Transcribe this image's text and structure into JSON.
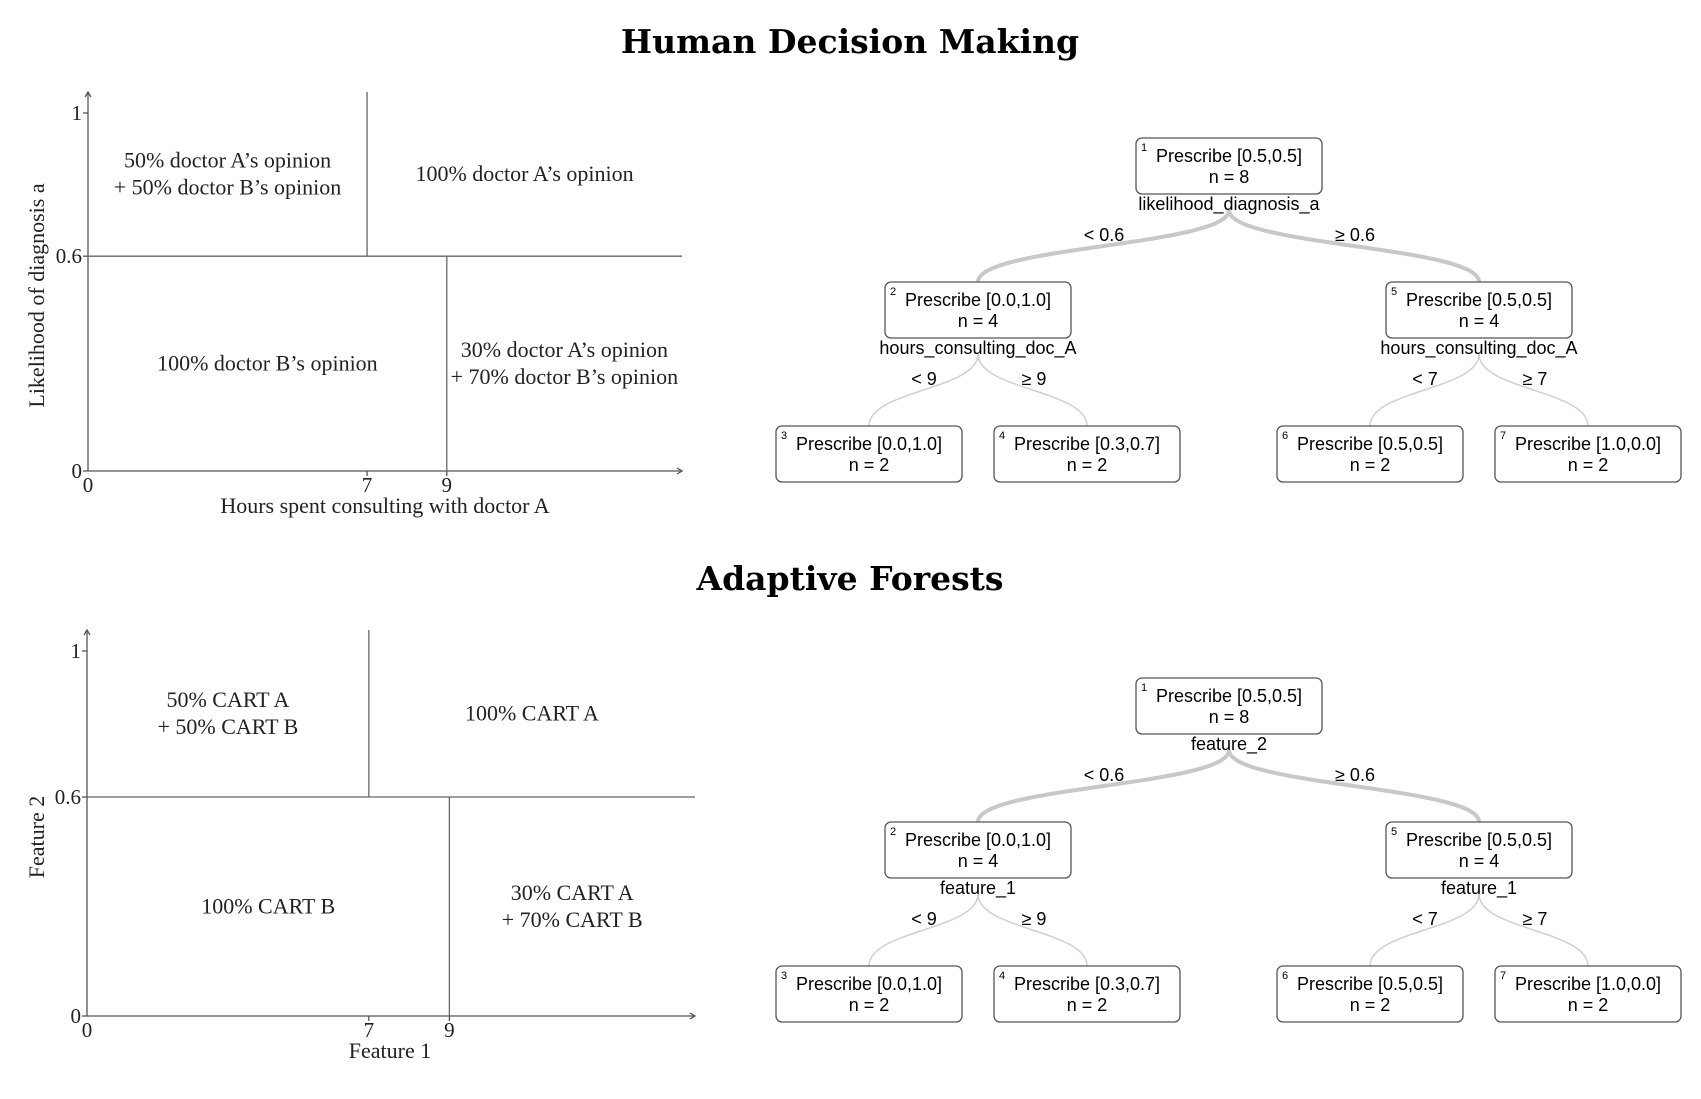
{
  "panels": [
    {
      "title": "Human Decision Making",
      "plot": {
        "xlabel": "Hours spent consulting with doctor A",
        "ylabel": "Likelihood of diagnosis a",
        "xticks": [
          "0",
          "7",
          "9"
        ],
        "yticks": [
          "0",
          "0.6",
          "1"
        ],
        "regions": [
          {
            "id": "top-left",
            "lines": [
              "50% doctor A’s opinion",
              "+ 50% doctor B’s opinion"
            ]
          },
          {
            "id": "top-right",
            "lines": [
              "100% doctor A’s opinion"
            ]
          },
          {
            "id": "bottom-left",
            "lines": [
              "100% doctor B’s opinion"
            ]
          },
          {
            "id": "bottom-right",
            "lines": [
              "30% doctor A’s opinion",
              "+ 70% doctor B’s opinion"
            ]
          }
        ]
      },
      "tree": {
        "nodes": [
          {
            "id": "1",
            "label": "Prescribe [0.5,0.5]",
            "n": "n = 8",
            "split": "likelihood_diagnosis_a"
          },
          {
            "id": "2",
            "label": "Prescribe [0.0,1.0]",
            "n": "n = 4",
            "split": "hours_consulting_doc_A"
          },
          {
            "id": "5",
            "label": "Prescribe [0.5,0.5]",
            "n": "n = 4",
            "split": "hours_consulting_doc_A"
          },
          {
            "id": "3",
            "label": "Prescribe [0.0,1.0]",
            "n": "n = 2",
            "split": ""
          },
          {
            "id": "4",
            "label": "Prescribe [0.3,0.7]",
            "n": "n = 2",
            "split": ""
          },
          {
            "id": "6",
            "label": "Prescribe [0.5,0.5]",
            "n": "n = 2",
            "split": ""
          },
          {
            "id": "7",
            "label": "Prescribe [1.0,0.0]",
            "n": "n = 2",
            "split": ""
          }
        ],
        "edges": [
          {
            "from": "1",
            "to": "2",
            "label": "< 0.6"
          },
          {
            "from": "1",
            "to": "5",
            "label": "≥ 0.6"
          },
          {
            "from": "2",
            "to": "3",
            "label": "< 9"
          },
          {
            "from": "2",
            "to": "4",
            "label": "≥ 9"
          },
          {
            "from": "5",
            "to": "6",
            "label": "< 7"
          },
          {
            "from": "5",
            "to": "7",
            "label": "≥ 7"
          }
        ]
      }
    },
    {
      "title": "Adaptive Forests",
      "plot": {
        "xlabel": "Feature 1",
        "ylabel": "Feature 2",
        "xticks": [
          "0",
          "7",
          "9"
        ],
        "yticks": [
          "0",
          "0.6",
          "1"
        ],
        "regions": [
          {
            "id": "top-left",
            "lines": [
              "50% CART A",
              "+ 50% CART B"
            ]
          },
          {
            "id": "top-right",
            "lines": [
              "100% CART A"
            ]
          },
          {
            "id": "bottom-left",
            "lines": [
              "100% CART B"
            ]
          },
          {
            "id": "bottom-right",
            "lines": [
              "30% CART A",
              "+ 70% CART B"
            ]
          }
        ]
      },
      "tree": {
        "nodes": [
          {
            "id": "1",
            "label": "Prescribe [0.5,0.5]",
            "n": "n = 8",
            "split": "feature_2"
          },
          {
            "id": "2",
            "label": "Prescribe [0.0,1.0]",
            "n": "n = 4",
            "split": "feature_1"
          },
          {
            "id": "5",
            "label": "Prescribe [0.5,0.5]",
            "n": "n = 4",
            "split": "feature_1"
          },
          {
            "id": "3",
            "label": "Prescribe [0.0,1.0]",
            "n": "n = 2",
            "split": ""
          },
          {
            "id": "4",
            "label": "Prescribe [0.3,0.7]",
            "n": "n = 2",
            "split": ""
          },
          {
            "id": "6",
            "label": "Prescribe [0.5,0.5]",
            "n": "n = 2",
            "split": ""
          },
          {
            "id": "7",
            "label": "Prescribe [1.0,0.0]",
            "n": "n = 2",
            "split": ""
          }
        ],
        "edges": [
          {
            "from": "1",
            "to": "2",
            "label": "< 0.6"
          },
          {
            "from": "1",
            "to": "5",
            "label": "≥ 0.6"
          },
          {
            "from": "2",
            "to": "3",
            "label": "< 9"
          },
          {
            "from": "2",
            "to": "4",
            "label": "≥ 9"
          },
          {
            "from": "5",
            "to": "6",
            "label": "< 7"
          },
          {
            "from": "5",
            "to": "7",
            "label": "≥ 7"
          }
        ]
      }
    }
  ]
}
